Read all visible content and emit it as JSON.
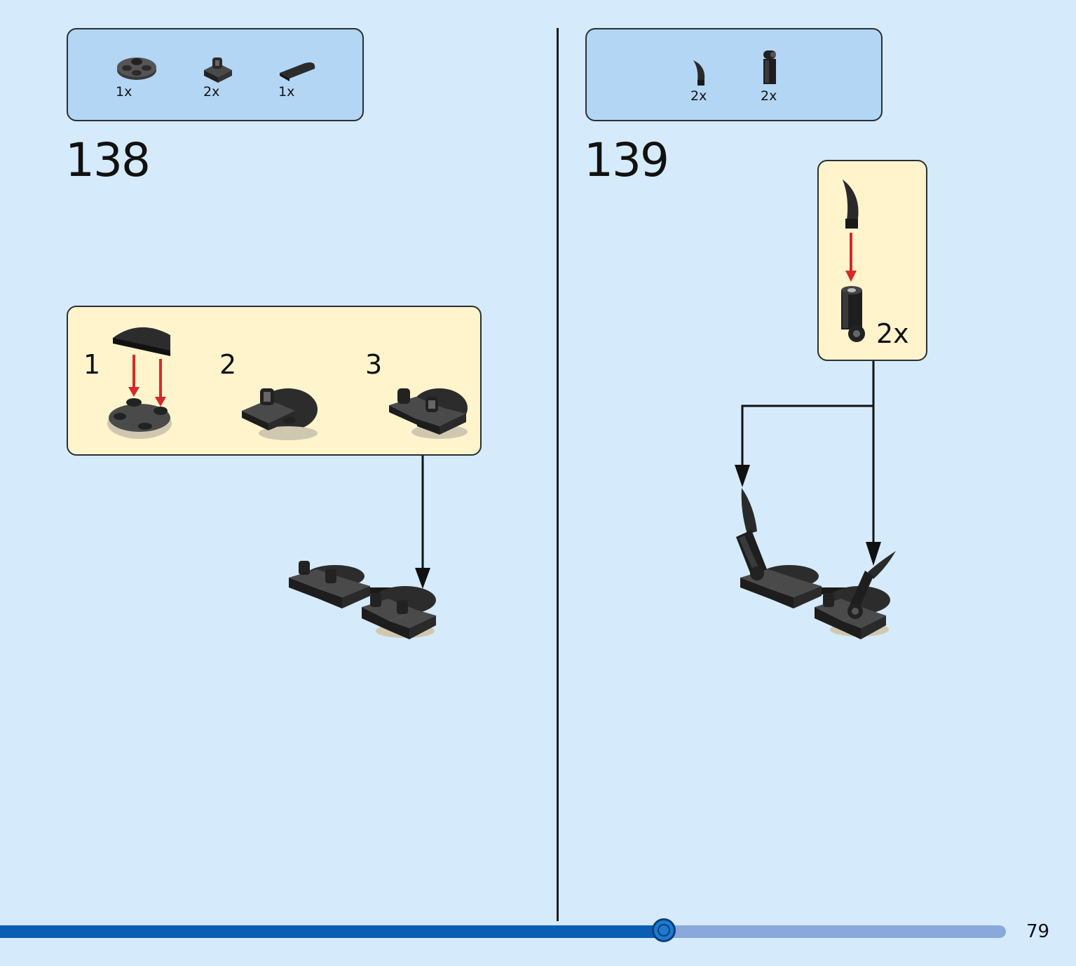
{
  "step138": {
    "number": "138",
    "parts": [
      {
        "qty": "1x",
        "icon": "round-plate-icon"
      },
      {
        "qty": "2x",
        "icon": "clip-plate-icon"
      },
      {
        "qty": "1x",
        "icon": "half-round-tile-icon"
      }
    ],
    "substeps": [
      "1",
      "2",
      "3"
    ]
  },
  "step139": {
    "number": "139",
    "parts": [
      {
        "qty": "2x",
        "icon": "horn-icon"
      },
      {
        "qty": "2x",
        "icon": "bar-holder-icon"
      }
    ],
    "callout_qty": "2x"
  },
  "progress": {
    "fraction": 0.66
  },
  "page_number": "79",
  "colors": {
    "background": "#d5eafb",
    "parts_box": "#b3d6f4",
    "callout": "#fff4cc",
    "arrow_red": "#d42a2a",
    "progress": "#0a5fb4"
  }
}
